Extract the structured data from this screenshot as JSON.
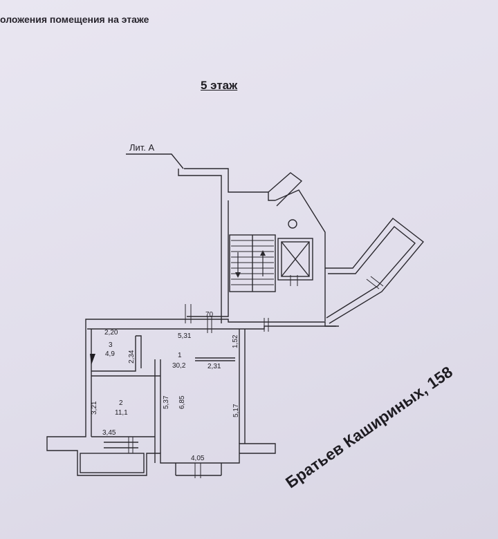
{
  "header": {
    "title": "оложения помещения на этаже"
  },
  "floor": {
    "title": "5 этаж"
  },
  "building": {
    "litera": "Лит. А"
  },
  "street": {
    "address": "Братьев Кашириных, 158"
  },
  "rooms": [
    {
      "number": "1",
      "area": "30,2"
    },
    {
      "number": "2",
      "area": "11,1"
    },
    {
      "number": "3",
      "area": "4,9"
    }
  ],
  "dimensions": {
    "d_70": "70",
    "d_531": "5,31",
    "d_152": "1,52",
    "d_220": "2,20",
    "d_234": "2,34",
    "d_231": "2,31",
    "d_537": "5,37",
    "d_685": "6,85",
    "d_517": "5,17",
    "d_321": "3,21",
    "d_345": "3,45",
    "d_405": "4,05"
  }
}
